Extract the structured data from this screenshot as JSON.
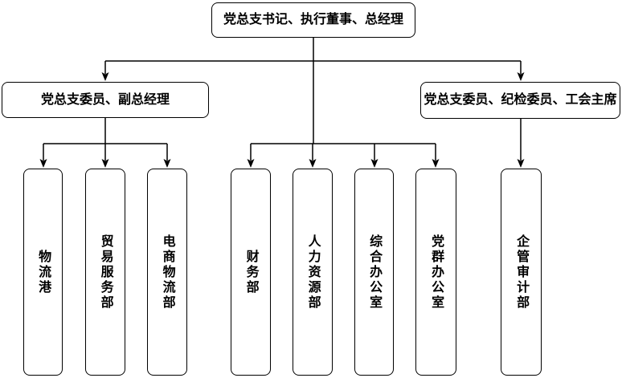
{
  "diagram": {
    "type": "org-chart",
    "root": {
      "label": "党总支书记、执行董事、总经理"
    },
    "level2": [
      {
        "id": "deputy",
        "label": "党总支委员、副总经理"
      },
      {
        "id": "discipline",
        "label": "党总支委员、纪检委员、工会主席"
      }
    ],
    "departments": [
      {
        "label": "物流港",
        "parent": "deputy"
      },
      {
        "label": "贸易服务部",
        "parent": "deputy"
      },
      {
        "label": "电商物流部",
        "parent": "deputy"
      },
      {
        "label": "财务部",
        "parent": "root"
      },
      {
        "label": "人力资源部",
        "parent": "root"
      },
      {
        "label": "综合办公室",
        "parent": "root"
      },
      {
        "label": "党群办公室",
        "parent": "root"
      },
      {
        "label": "企管审计部",
        "parent": "discipline"
      }
    ],
    "colors": {
      "line": "#000000",
      "node_border": "#000000",
      "node_fill": "#ffffff",
      "text": "#000000",
      "background": "#ffffff"
    }
  }
}
